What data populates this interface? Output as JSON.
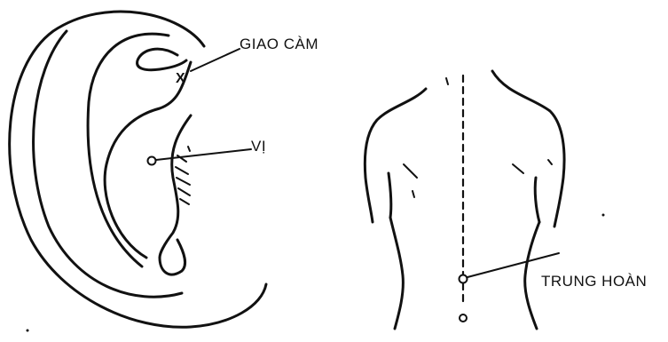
{
  "ear": {
    "points": [
      {
        "label": "GIAO CÀM",
        "marker": "X"
      },
      {
        "label": "VỊ"
      }
    ]
  },
  "back": {
    "points": [
      {
        "label": "TRUNG HOÀN"
      }
    ]
  }
}
